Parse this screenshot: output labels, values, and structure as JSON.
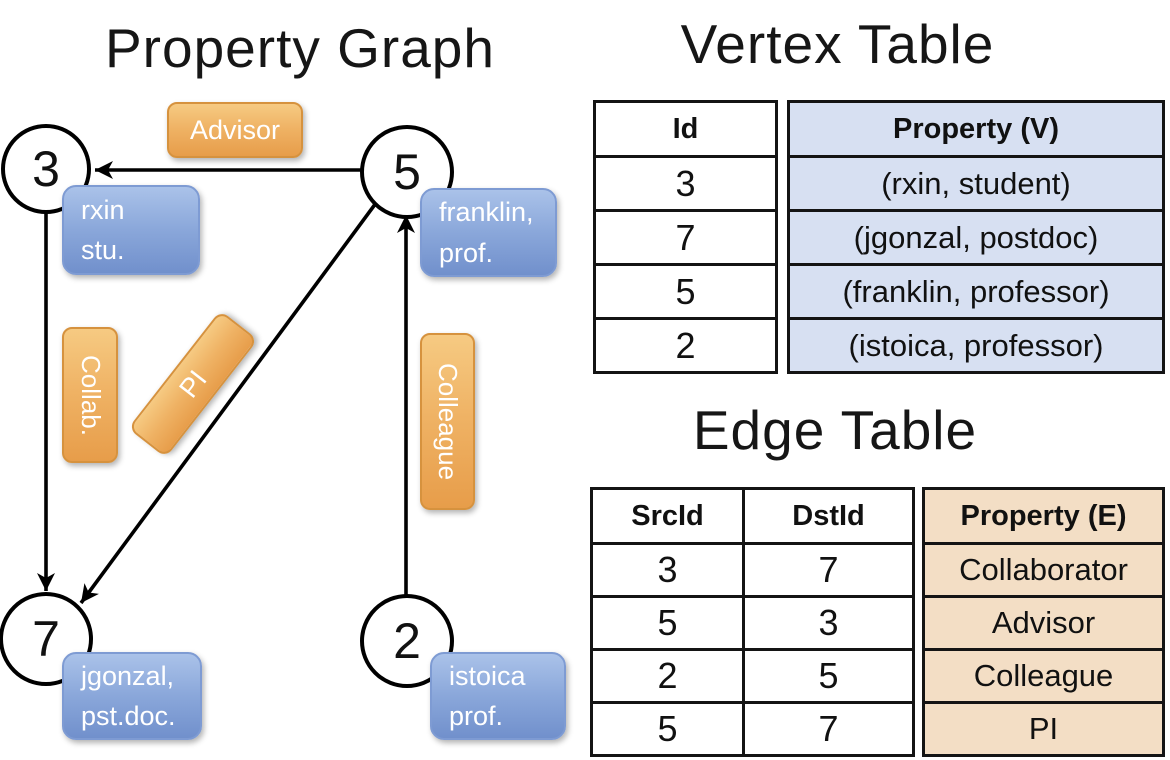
{
  "graph": {
    "title": "Property Graph",
    "vertices": [
      {
        "id": "3",
        "line1": "rxin",
        "line2": "stu."
      },
      {
        "id": "5",
        "line1": "franklin,",
        "line2": "prof."
      },
      {
        "id": "7",
        "line1": "jgonzal,",
        "line2": "pst.doc."
      },
      {
        "id": "2",
        "line1": "istoica",
        "line2": "prof."
      }
    ],
    "edge_labels": {
      "advisor": "Advisor",
      "collab": "Collab.",
      "pi": "PI",
      "colleague": "Colleague"
    }
  },
  "vertex_table": {
    "title": "Vertex Table",
    "columns": {
      "id": "Id",
      "property": "Property (V)"
    },
    "rows": [
      {
        "id": "3",
        "property": "(rxin, student)"
      },
      {
        "id": "7",
        "property": "(jgonzal, postdoc)"
      },
      {
        "id": "5",
        "property": "(franklin, professor)"
      },
      {
        "id": "2",
        "property": "(istoica, professor)"
      }
    ]
  },
  "edge_table": {
    "title": "Edge Table",
    "columns": {
      "src": "SrcId",
      "dst": "DstId",
      "property": "Property (E)"
    },
    "rows": [
      {
        "src": "3",
        "dst": "7",
        "property": "Collaborator"
      },
      {
        "src": "5",
        "dst": "3",
        "property": "Advisor"
      },
      {
        "src": "2",
        "dst": "5",
        "property": "Colleague"
      },
      {
        "src": "5",
        "dst": "7",
        "property": "PI"
      }
    ]
  },
  "colors": {
    "edge_label_fill_top": "#f6ca82",
    "edge_label_fill_bottom": "#e79d4a",
    "edge_label_border": "#d6923e",
    "vertex_label_fill_top": "#aac2e9",
    "vertex_label_fill_bottom": "#7190cc",
    "vertex_label_border": "#7e9bd3",
    "vertex_table_property_bg": "#d7e0f2",
    "edge_table_property_bg": "#f3dec5",
    "table_border": "#141414",
    "line_color": "#000000",
    "label_text": "#ffffff"
  }
}
